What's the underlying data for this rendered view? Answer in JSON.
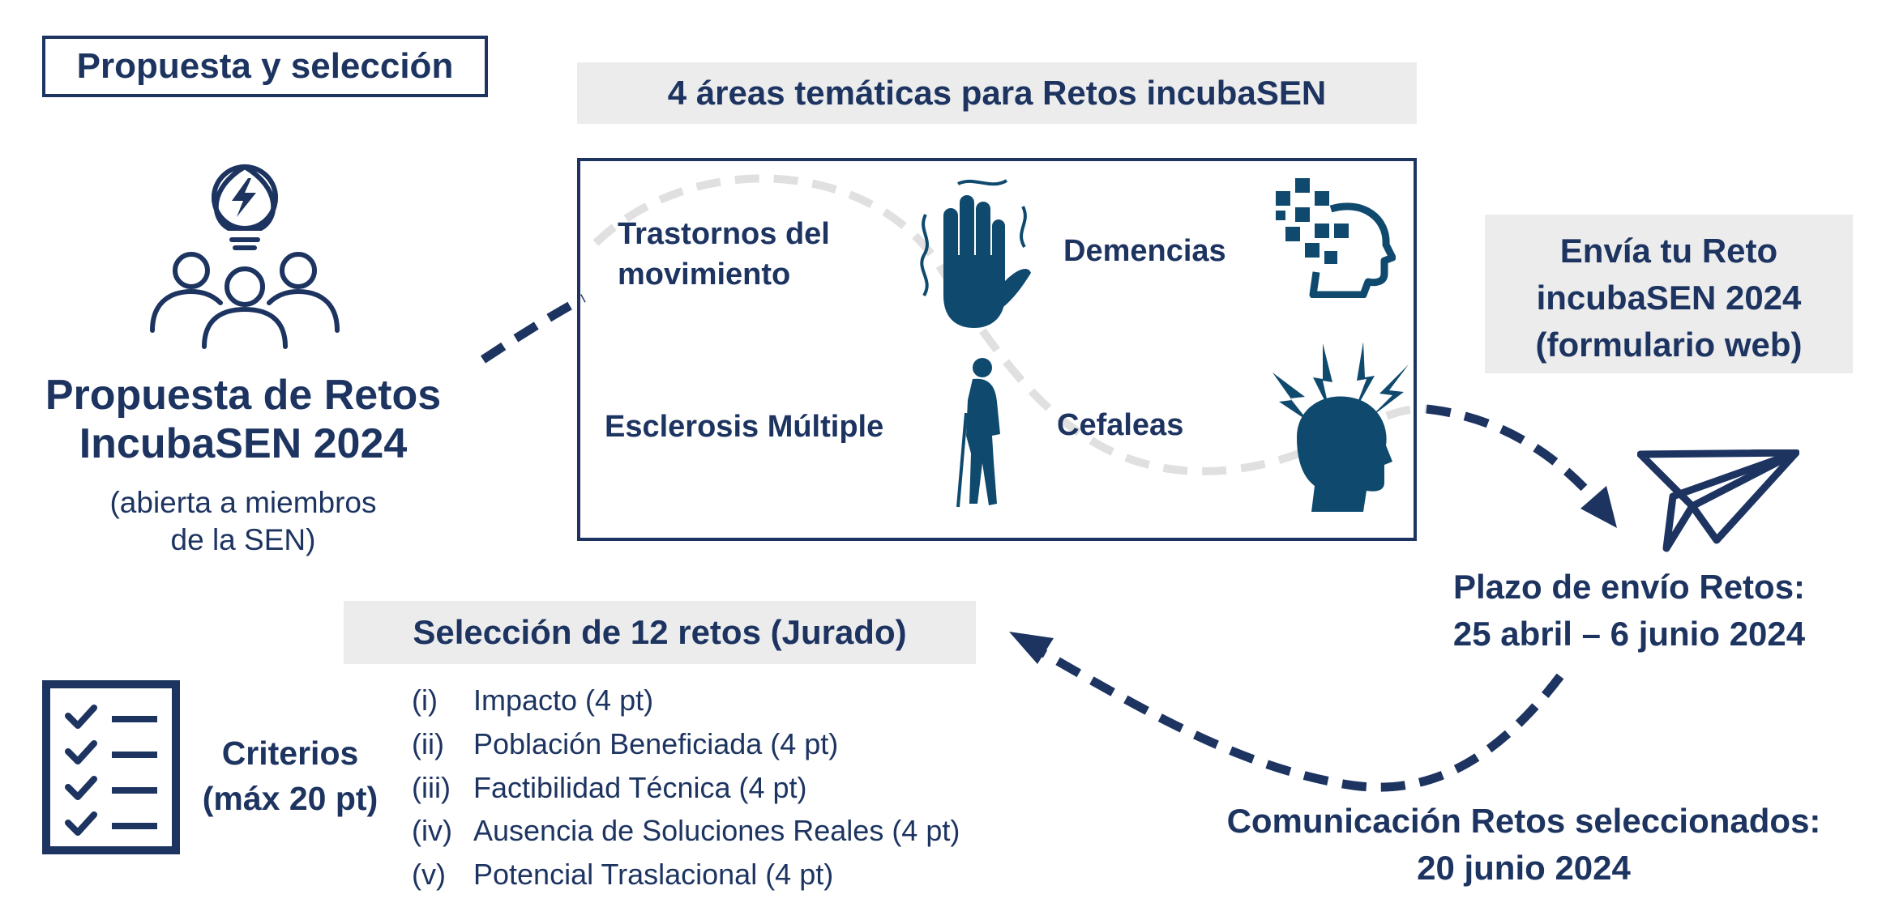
{
  "header": {
    "title": "Propuesta y selección"
  },
  "proposal": {
    "title_line1": "Propuesta de Retos",
    "title_line2": "IncubaSEN 2024",
    "sub_line1": "(abierta a miembros",
    "sub_line2": "de la SEN)"
  },
  "areas": {
    "band_title": "4 áreas temáticas para Retos incubaSEN",
    "items": [
      {
        "line1": "Trastornos del",
        "line2": "movimiento",
        "icon": "shaking-hand-icon"
      },
      {
        "line1": "Demencias",
        "line2": "",
        "icon": "pixelated-head-icon"
      },
      {
        "line1": "Esclerosis Múltiple",
        "line2": "",
        "icon": "person-with-cane-icon"
      },
      {
        "line1": "Cefaleas",
        "line2": "",
        "icon": "headache-head-icon"
      }
    ]
  },
  "send": {
    "line1": "Envía tu Reto",
    "line2": "incubaSEN 2024",
    "line3": "(formulario web)"
  },
  "deadline": {
    "line1": "Plazo de envío Retos:",
    "line2": "25 abril – 6 junio 2024"
  },
  "selection": {
    "band_title": "Selección de 12 retos (Jurado)",
    "criteria_line1": "Criterios",
    "criteria_line2": "(máx 20 pt)",
    "criteria": [
      {
        "num": "(i)",
        "text": "Impacto (4 pt)"
      },
      {
        "num": "(ii)",
        "text": "Población Beneficiada  (4 pt)"
      },
      {
        "num": "(iii)",
        "text": "Factibilidad Técnica (4 pt)"
      },
      {
        "num": "(iv)",
        "text": "Ausencia de Soluciones Reales (4 pt)"
      },
      {
        "num": "(v)",
        "text": "Potencial Traslacional (4 pt)"
      }
    ]
  },
  "communication": {
    "line1": "Comunicación Retos seleccionados:",
    "line2": "20 junio 2024"
  },
  "colors": {
    "navy": "#1d3461",
    "teal_icon": "#0f4a6e",
    "band_gray": "#ececec",
    "wave_gray": "#e2e2e2"
  }
}
